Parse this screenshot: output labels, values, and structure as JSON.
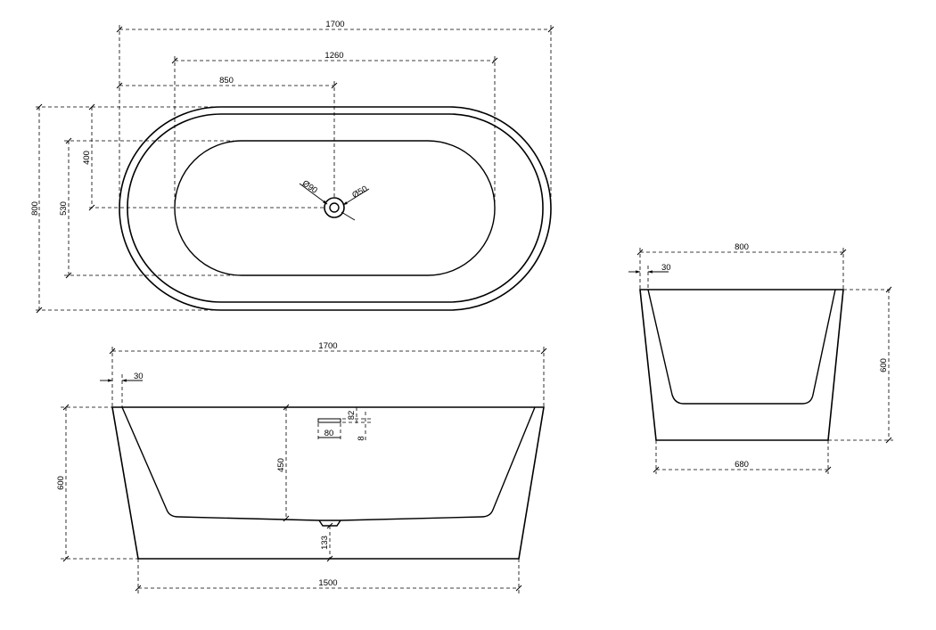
{
  "top_view": {
    "overall_length": "1700",
    "inner_length": "1260",
    "drain_offset": "850",
    "overall_width": "800",
    "inner_width": "530",
    "drain_half_width": "400",
    "drain_outer_dia": "Ø90",
    "drain_inner_dia": "Ø50"
  },
  "front_view": {
    "top_length": "1700",
    "rim_thickness": "30",
    "height": "600",
    "inner_depth": "450",
    "base_length": "1500",
    "drain_height": "133",
    "overflow_length": "80",
    "overflow_top": "32",
    "overflow_thickness": "8"
  },
  "side_view": {
    "top_width": "800",
    "rim_thickness": "30",
    "height": "600",
    "base_width": "680"
  }
}
